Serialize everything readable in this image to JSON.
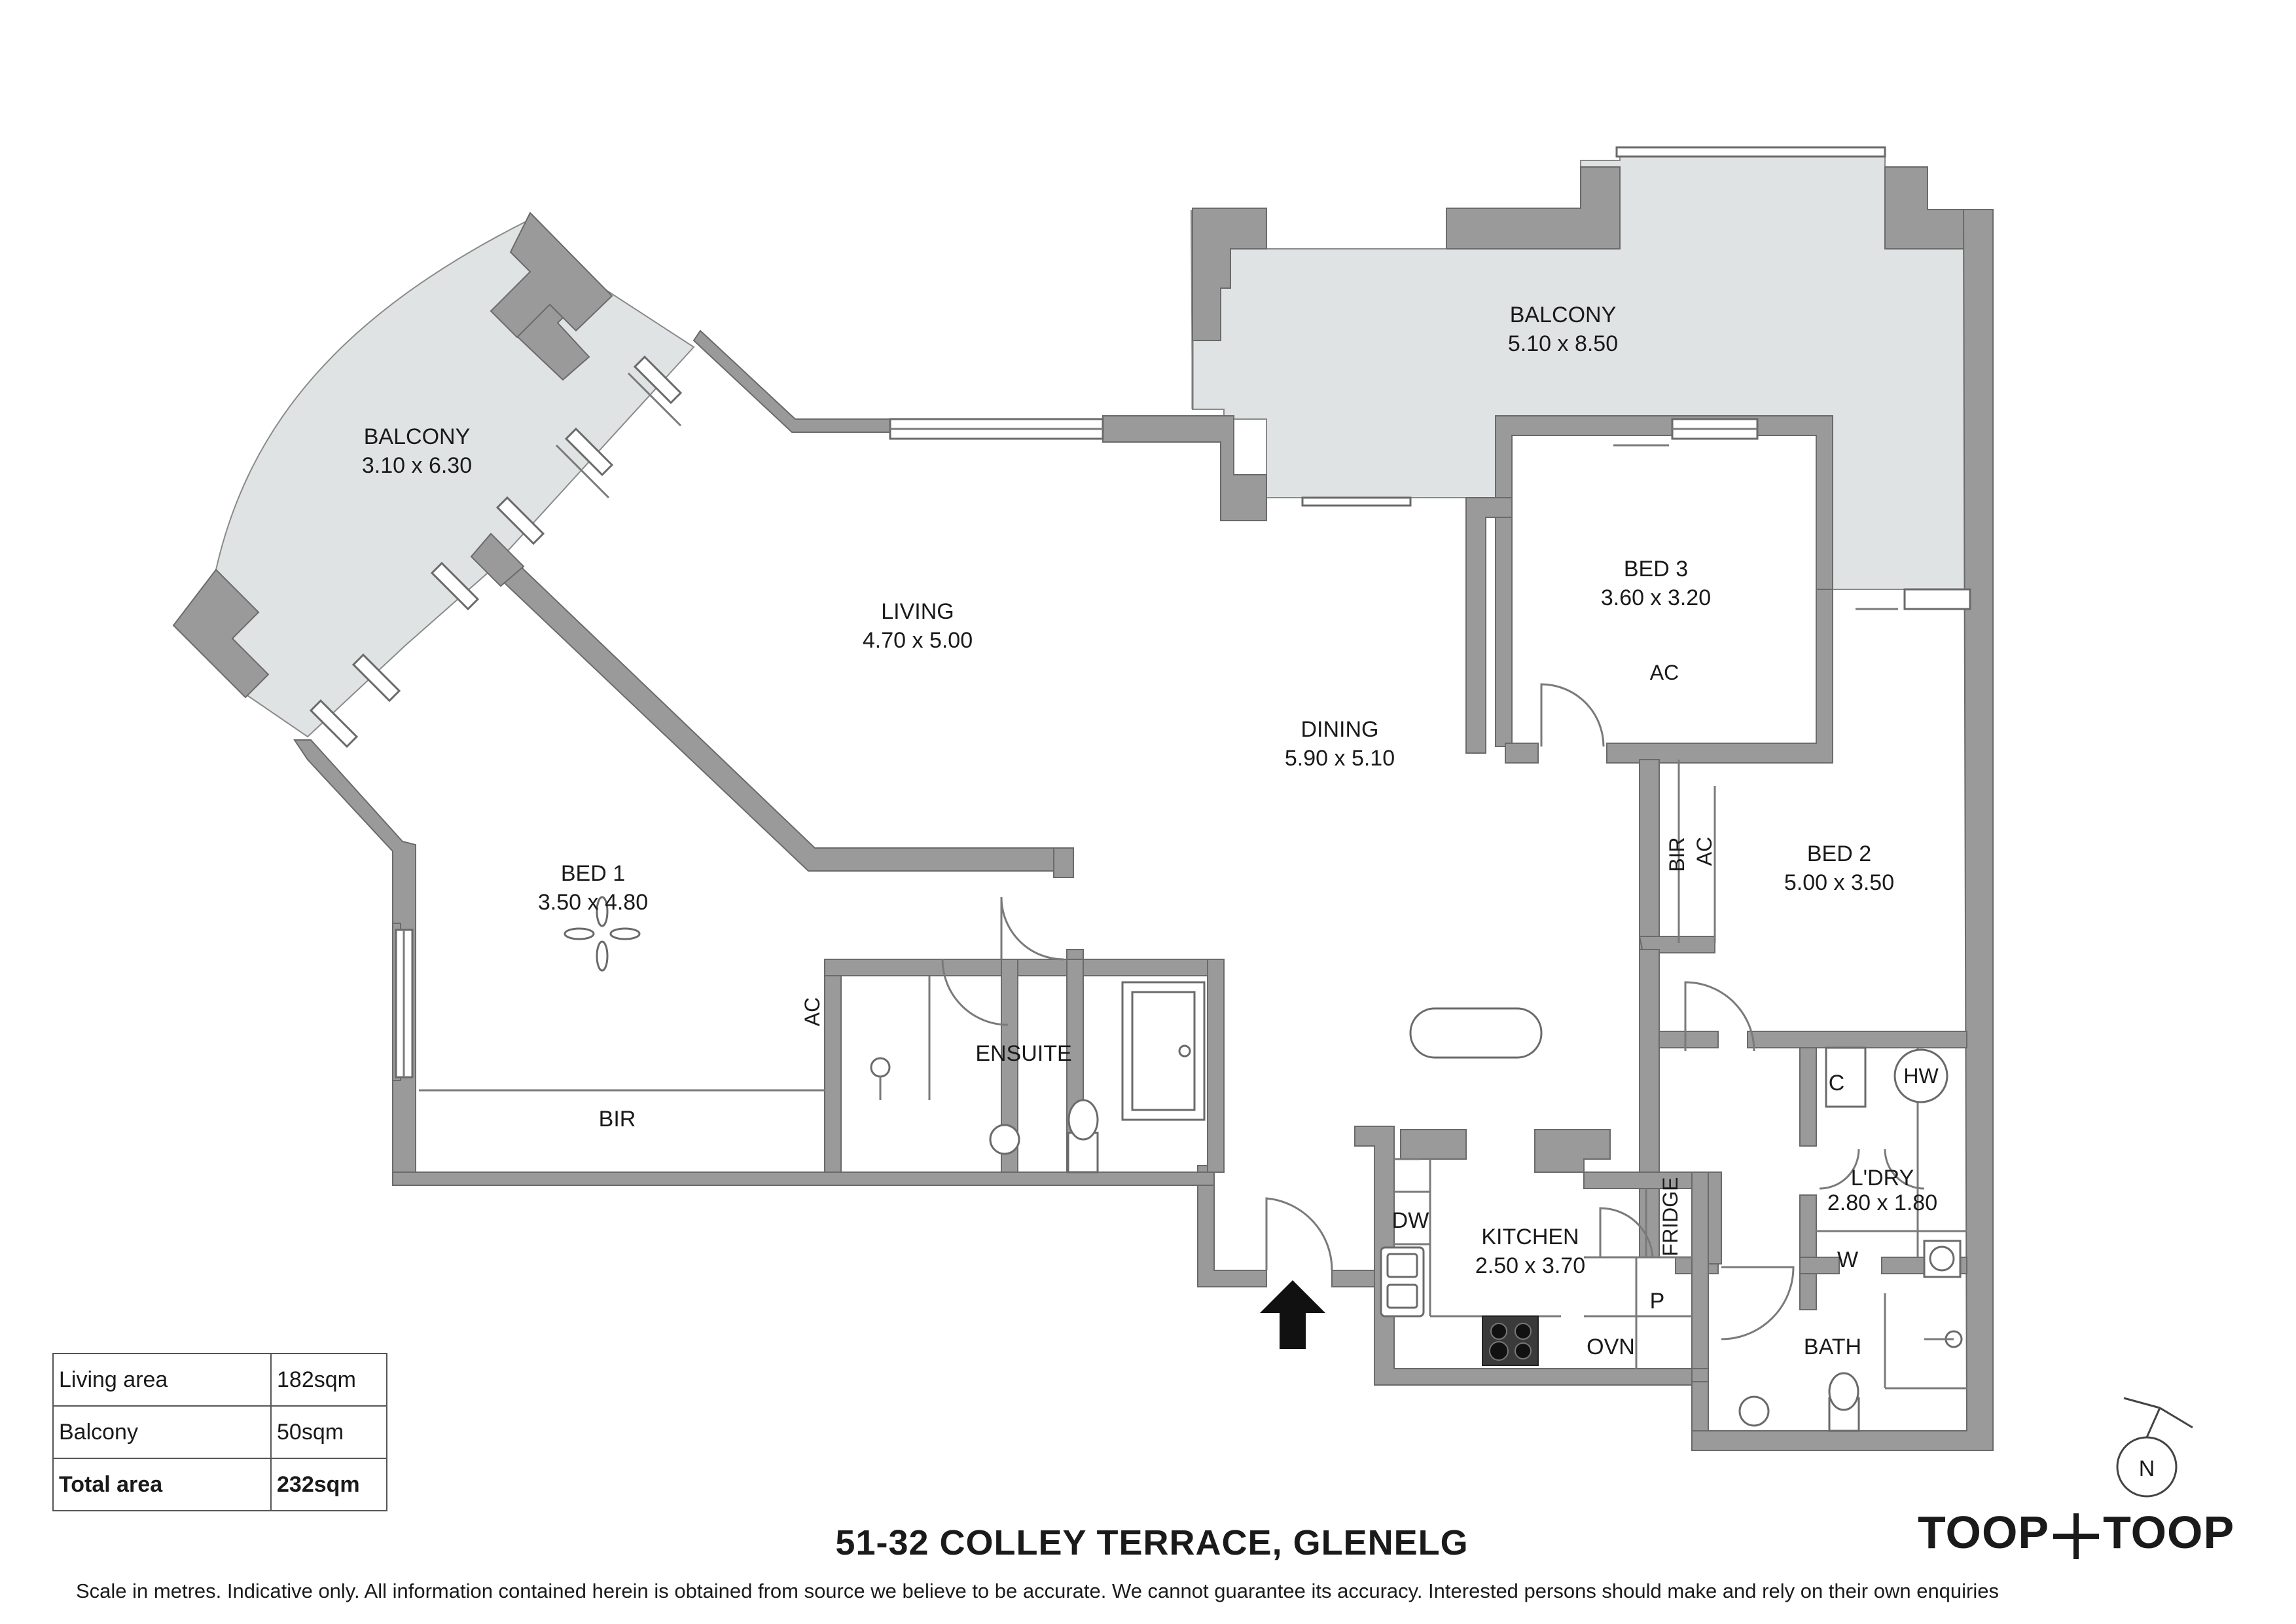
{
  "rooms": {
    "balcony_west": {
      "name": "BALCONY",
      "size": "3.10 x 6.30"
    },
    "balcony_north": {
      "name": "BALCONY",
      "size": "5.10 x 8.50"
    },
    "living": {
      "name": "LIVING",
      "size": "4.70 x 5.00"
    },
    "dining": {
      "name": "DINING",
      "size": "5.90 x 5.10"
    },
    "bed1": {
      "name": "BED 1",
      "size": "3.50 x 4.80"
    },
    "bed2": {
      "name": "BED 2",
      "size": "5.00 x 3.50"
    },
    "bed3": {
      "name": "BED 3",
      "size": "3.60 x 3.20"
    },
    "kitchen": {
      "name": "KITCHEN",
      "size": "2.50 x 3.70"
    },
    "laundry": {
      "name": "L'DRY",
      "size": "2.80 x 1.80"
    },
    "ensuite": {
      "name": "ENSUITE"
    },
    "bath": {
      "name": "BATH"
    }
  },
  "fixtures": {
    "ac": "AC",
    "bir": "BIR",
    "dw": "DW",
    "fridge": "FRIDGE",
    "oven": "OVN",
    "pantry": "P",
    "cupboard": "C",
    "hot_water": "HW",
    "washer": "W"
  },
  "compass": "N",
  "areas": [
    {
      "label": "Living area",
      "value": "182sqm"
    },
    {
      "label": "Balcony",
      "value": "50sqm"
    },
    {
      "label": "Total area",
      "value": "232sqm"
    }
  ],
  "address": "51-32 COLLEY TERRACE, GLENELG",
  "brand": {
    "left": "TOOP",
    "right": "TOOP"
  },
  "disclaimer": "Scale in metres. Indicative only. All information contained herein is obtained from source we believe to be accurate. We cannot guarantee its accuracy. Interested persons should make and rely on their own enquiries",
  "colors": {
    "wall": "#9a9a9a",
    "balcony": "#dfe3e3",
    "text": "#1a1a1a"
  }
}
